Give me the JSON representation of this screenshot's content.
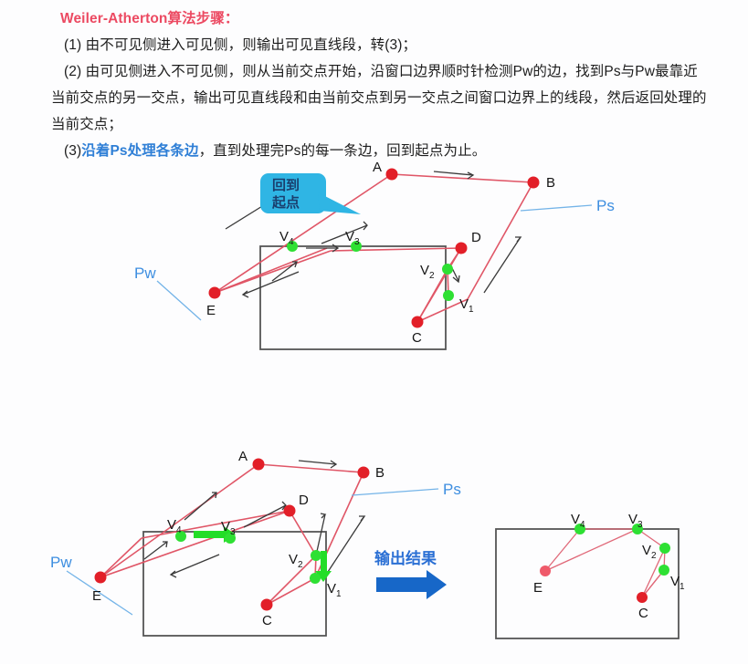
{
  "document": {
    "title": "Weiler-Atherton算法步骤：",
    "steps": [
      "(1) 由不可见侧进入可见侧，则输出可见直线段，转(3)；",
      "(2) 由可见侧进入不可见侧，则从当前交点开始，沿窗口边界顺时针检测Pw的边，找到Ps与Pw最靠近当前交点的另一交点，输出可见直线段和由当前交点到另一交点之间窗口边界上的线段，然后返回处理的当前交点；",
      "(3)沿着Ps处理各条边，直到处理完Ps的每一条边，回到起点为止。"
    ],
    "step2_part_a": "(2) 由可见侧进入不可见侧，则从当前交点开始，沿窗口边界顺时针检测Pw的边，找到Ps与Pw最靠近",
    "step2_part_b": "当前交点的另一交点，输出可见直线段和由当前交点到另一交点之间窗口边界上的线段，然后返回处理的",
    "step2_part_c": "当前交点；",
    "step3_prefix": "(3)",
    "step3_highlight": "沿着Ps处理各条边",
    "step3_rest": "，直到处理完Ps的每一条边，回到起点为止。"
  },
  "colors": {
    "title_red": "#ec4a62",
    "highlight_blue": "#2f7fd6",
    "polygon_edge": "#e05667",
    "window_border": "#555555",
    "vertex_red": "#e21f28",
    "intersection_green": "#2ee033",
    "label_blue": "#3d8ee0",
    "callout_cyan": "#2fb5e4",
    "output_arrow_blue": "#1767c8",
    "green_arrow": "#23dd27"
  },
  "figure1": {
    "name": "weiler-atherton-trace-figure",
    "callout": {
      "line1": "回到",
      "line2": "起点"
    },
    "labels": {
      "A": "A",
      "B": "B",
      "C": "C",
      "D": "D",
      "E": "E",
      "V1_base": "V",
      "V1_sub": "1",
      "V2_base": "V",
      "V2_sub": "2",
      "V3_base": "V",
      "V3_sub": "3",
      "V4_base": "V",
      "V4_sub": "4",
      "Ps": "Ps",
      "Pw": "Pw"
    }
  },
  "figure2": {
    "name": "weiler-atherton-input-figure",
    "labels": {
      "A": "A",
      "B": "B",
      "C": "C",
      "D": "D",
      "E": "E",
      "V1_base": "V",
      "V1_sub": "1",
      "V2_base": "V",
      "V2_sub": "2",
      "V3_base": "V",
      "V3_sub": "3",
      "V4_base": "V",
      "V4_sub": "4",
      "Ps": "Ps",
      "Pw": "Pw"
    },
    "output_label": "输出结果"
  },
  "figure3": {
    "name": "weiler-atherton-result-figure",
    "labels": {
      "C": "C",
      "E": "E",
      "V1_base": "V",
      "V1_sub": "1",
      "V2_base": "V",
      "V2_sub": "2",
      "V3_base": "V",
      "V3_sub": "3",
      "V4_base": "V",
      "V4_sub": "4"
    }
  }
}
